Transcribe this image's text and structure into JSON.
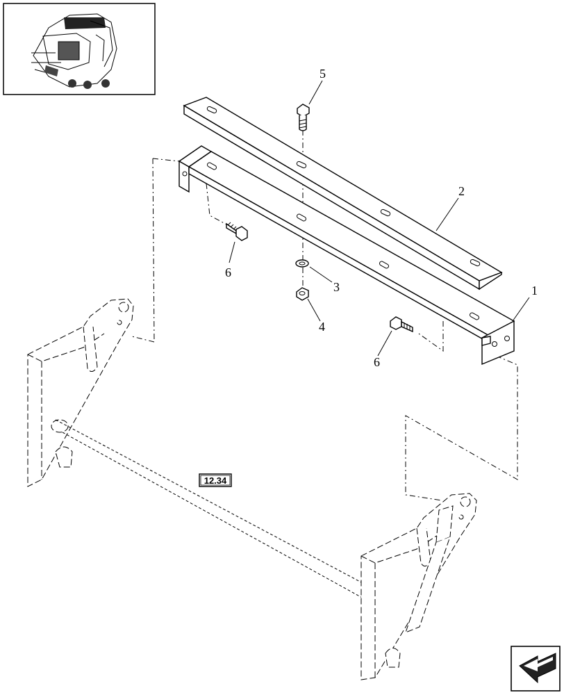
{
  "callouts": [
    {
      "id": "label-1",
      "text": "1"
    },
    {
      "id": "label-2",
      "text": "2"
    },
    {
      "id": "label-3",
      "text": "3"
    },
    {
      "id": "label-4",
      "text": "4"
    },
    {
      "id": "label-5",
      "text": "5"
    },
    {
      "id": "label-6a",
      "text": "6"
    },
    {
      "id": "label-6b",
      "text": "6"
    }
  ],
  "reference_box": {
    "text": "12.34"
  },
  "icons": {
    "thumbnail": "baler-overview-thumbnail",
    "navigation": "previous-page-arrow-icon"
  }
}
